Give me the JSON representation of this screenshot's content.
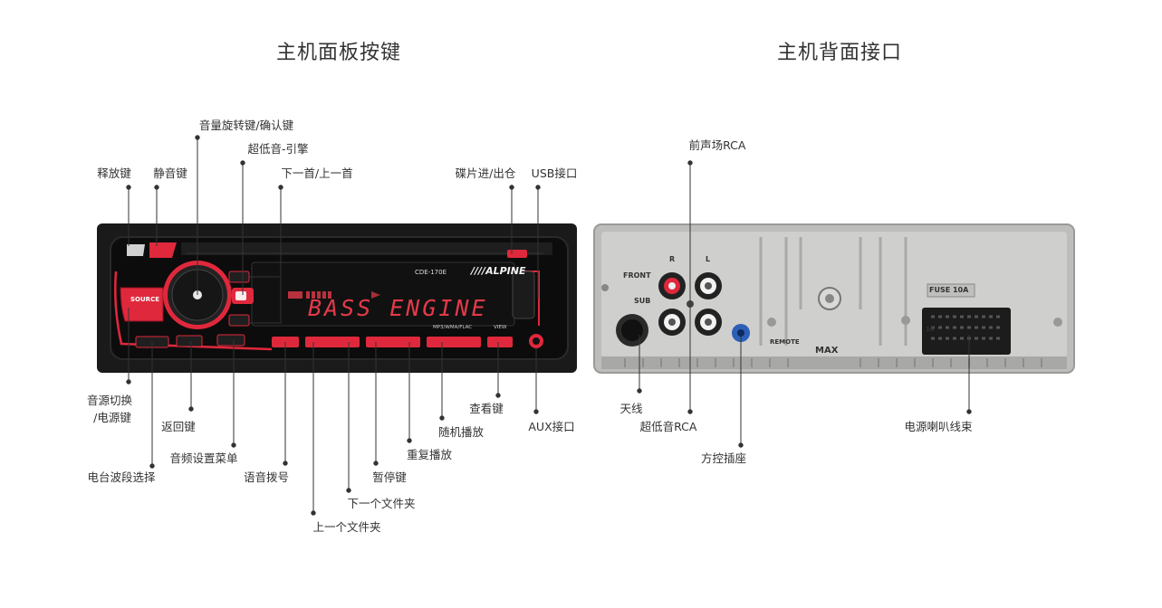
{
  "titles": {
    "front": "主机面板按键",
    "back": "主机背面接口"
  },
  "front_labels": {
    "release": "释放键",
    "mute": "静音键",
    "volume_knob": "音量旋转键/确认键",
    "subwoofer_engine": "超低音-引擎",
    "next_prev_track": "下一首/上一首",
    "disc_eject": "碟片进/出仓",
    "usb": "USB接口",
    "source_power_line1": "音源切换",
    "source_power_line2": "/电源键",
    "back_key": "返回键",
    "band_select": "电台波段选择",
    "audio_setup": "音频设置菜单",
    "voice_dial": "语音拨号",
    "prev_folder": "上一个文件夹",
    "next_folder": "下一个文件夹",
    "pause": "暂停键",
    "repeat": "重复播放",
    "random": "随机播放",
    "view": "查看键",
    "aux": "AUX接口"
  },
  "back_labels": {
    "front_rca": "前声场RCA",
    "antenna": "天线",
    "sub_rca": "超低音RCA",
    "steering_control": "方控插座",
    "power_harness": "电源喇叭线束"
  },
  "device_text": {
    "display": "BASS ENGINE",
    "model": "CDE-170E",
    "brand": "////ALPINE",
    "source_button": "SOURCE",
    "formats": "MP3/WMA/FLAC",
    "view_button": "VIEW"
  },
  "rear_text": {
    "front": "FRONT",
    "sub": "SUB",
    "r": "R",
    "l": "L",
    "remote": "REMOTE",
    "max": "MAX",
    "fuse": "FUSE 10A",
    "ten": "10"
  },
  "colors": {
    "accent_red": "#e0283c",
    "panel_black": "#121212",
    "rear_metal": "#c9c9c7",
    "leader_line": "#333333"
  }
}
